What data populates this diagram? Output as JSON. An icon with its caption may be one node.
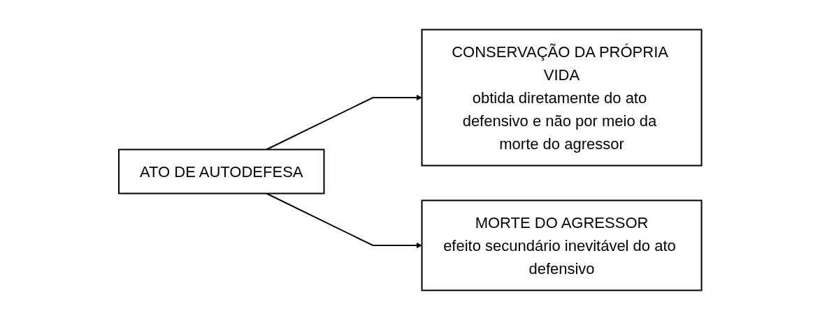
{
  "diagram": {
    "nodes": [
      {
        "text": [
          "ATO DE AUTODEFESA"
        ]
      },
      {
        "text": [
          "CONSERVAÇÃO DA PRÓPRIA VIDA",
          "obtida diretamente do ato defensivo e não por meio da morte do agressor"
        ]
      },
      {
        "text": [
          "MORTE DO AGRESSOR",
          "efeito secundário inevitável do ato defensivo"
        ]
      }
    ],
    "edges": [
      {
        "from": 0,
        "to": 1,
        "arrow": "to"
      },
      {
        "from": 0,
        "to": 2,
        "arrow": "to"
      }
    ]
  }
}
